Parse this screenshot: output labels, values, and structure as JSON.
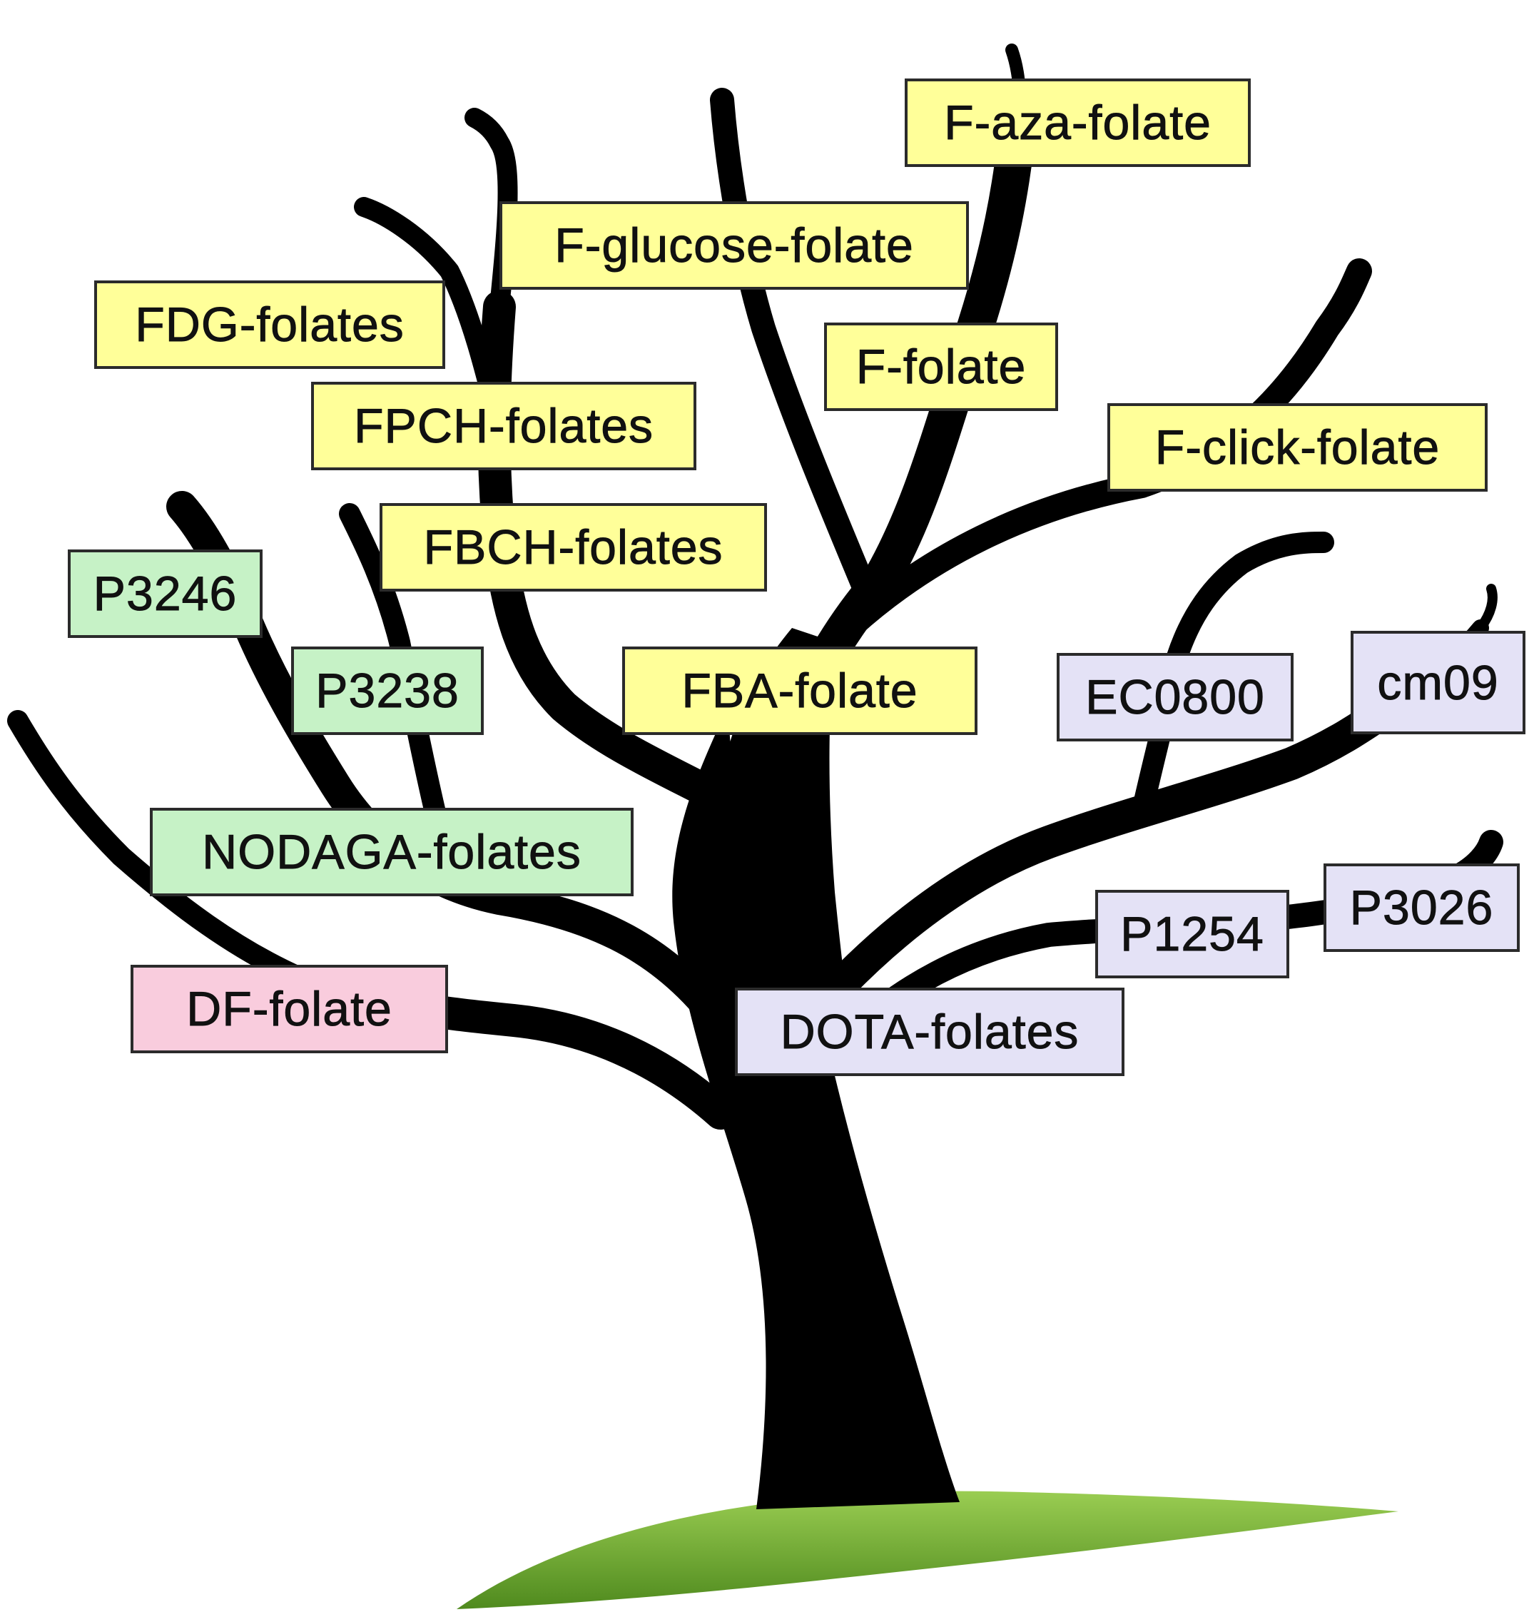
{
  "colors": {
    "fluorine": "#FFFF99",
    "nodaga": "#C6F2C6",
    "df": "#F9CCDD",
    "dota": "#E4E2F6",
    "trunk": "#000000",
    "grass_light": "#8CC44A",
    "grass_dark": "#4F8A1E"
  },
  "labels": {
    "f_aza_folate": "F-aza-folate",
    "f_glucose_folate": "F-glucose-folate",
    "fdg_folates": "FDG-folates",
    "f_folate": "F-folate",
    "fpch_folates": "FPCH-folates",
    "f_click_folate": "F-click-folate",
    "fbch_folates": "FBCH-folates",
    "p3246": "P3246",
    "p3238": "P3238",
    "fba_folate": "FBA-folate",
    "ec0800": "EC0800",
    "cm09": "cm09",
    "nodaga_folates": "NODAGA-folates",
    "p1254": "P1254",
    "p3026": "P3026",
    "df_folate": "DF-folate",
    "dota_folates": "DOTA-folates"
  }
}
